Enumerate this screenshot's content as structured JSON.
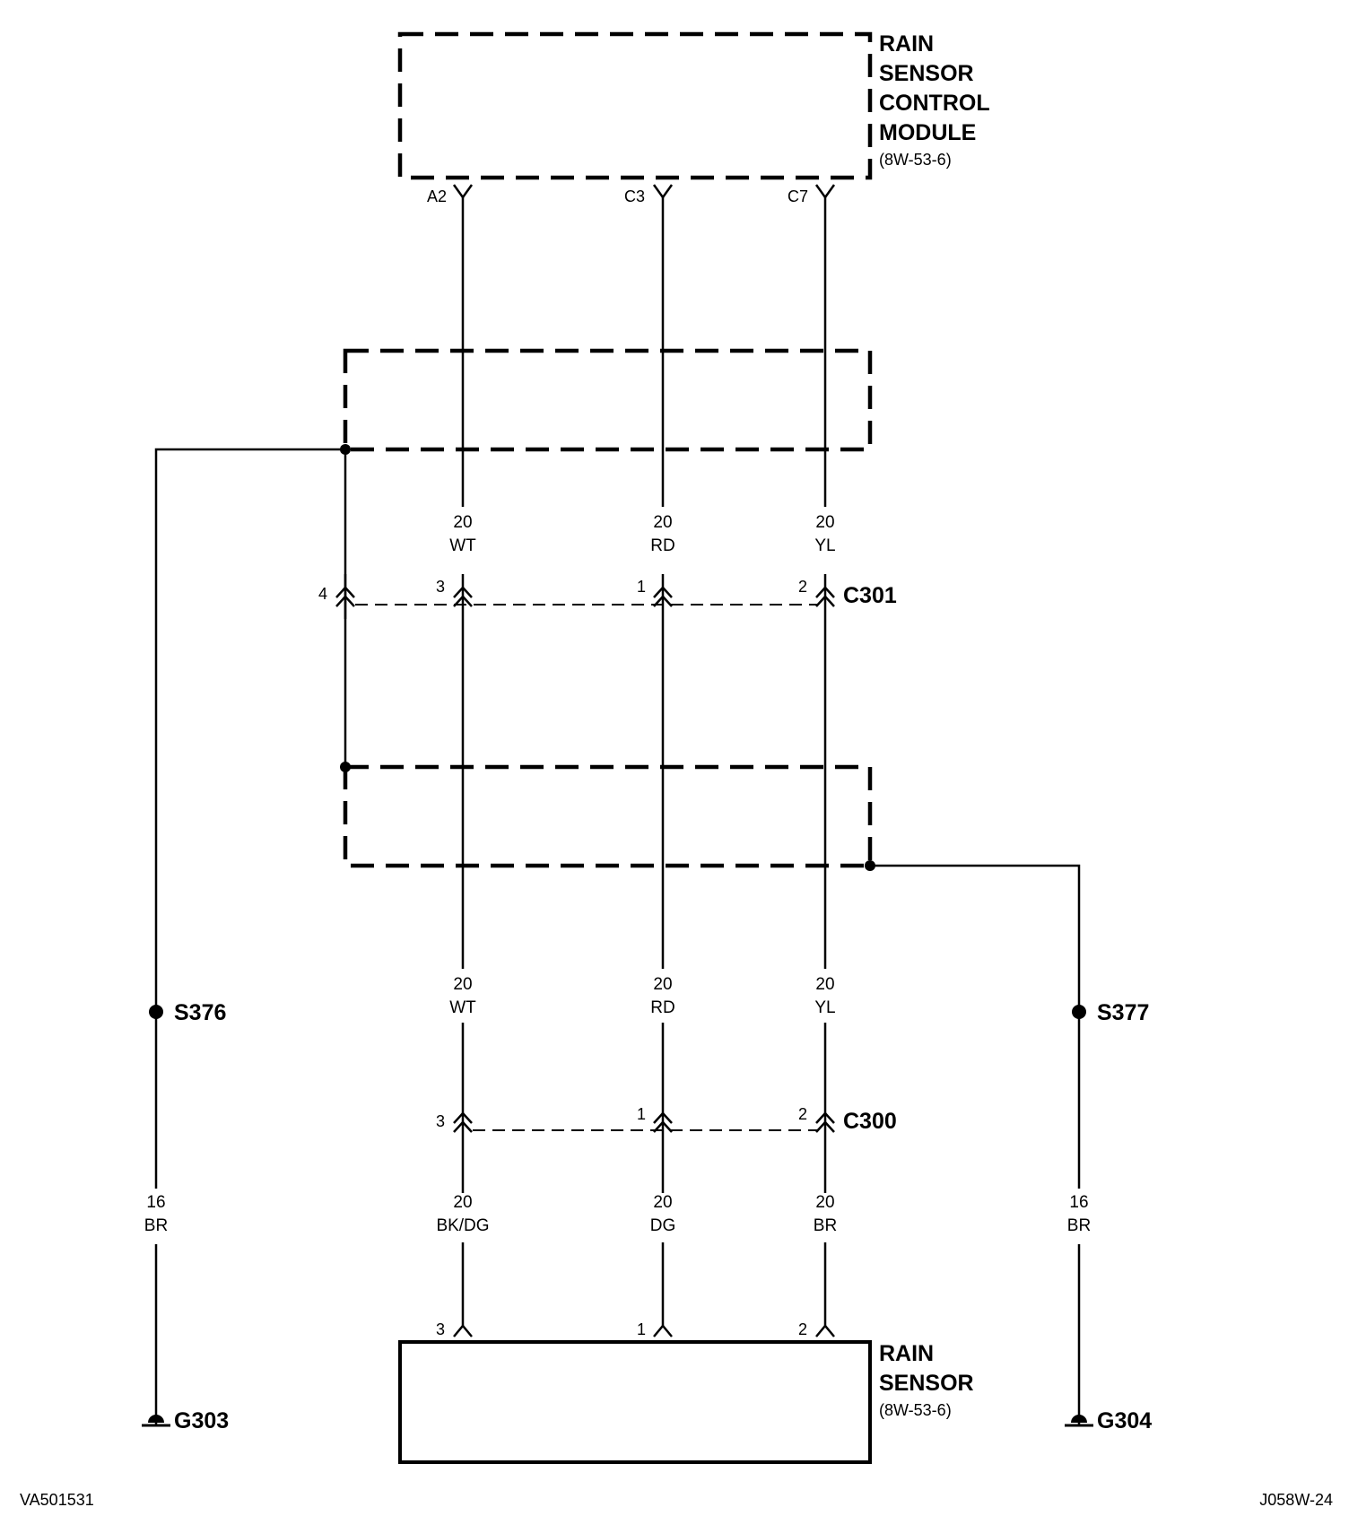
{
  "modules": {
    "control_module": {
      "lines": [
        "RAIN",
        "SENSOR",
        "CONTROL",
        "MODULE"
      ],
      "ref": "(8W-53-6)"
    },
    "rain_sensor": {
      "lines": [
        "RAIN",
        "SENSOR"
      ],
      "ref": "(8W-53-6)"
    }
  },
  "module_pins": {
    "a2": "A2",
    "c3": "C3",
    "c7": "C7"
  },
  "connectors": {
    "c301": {
      "name": "C301",
      "pins": [
        "4",
        "3",
        "1",
        "2"
      ]
    },
    "c300": {
      "name": "C300",
      "pins": [
        "3",
        "1",
        "2"
      ]
    }
  },
  "sensor_pins": [
    "3",
    "1",
    "2"
  ],
  "wires": {
    "upper": [
      {
        "gauge": "20",
        "color": "WT"
      },
      {
        "gauge": "20",
        "color": "RD"
      },
      {
        "gauge": "20",
        "color": "YL"
      }
    ],
    "middle": [
      {
        "gauge": "20",
        "color": "WT"
      },
      {
        "gauge": "20",
        "color": "RD"
      },
      {
        "gauge": "20",
        "color": "YL"
      }
    ],
    "lower": [
      {
        "gauge": "20",
        "color": "BK/DG"
      },
      {
        "gauge": "20",
        "color": "DG"
      },
      {
        "gauge": "20",
        "color": "BR"
      }
    ],
    "ground_left": {
      "gauge": "16",
      "color": "BR"
    },
    "ground_right": {
      "gauge": "16",
      "color": "BR"
    }
  },
  "splices": {
    "left": "S376",
    "right": "S377"
  },
  "grounds": {
    "left": "G303",
    "right": "G304"
  },
  "footer": {
    "left_id": "VA501531",
    "right_id": "J058W-24"
  }
}
